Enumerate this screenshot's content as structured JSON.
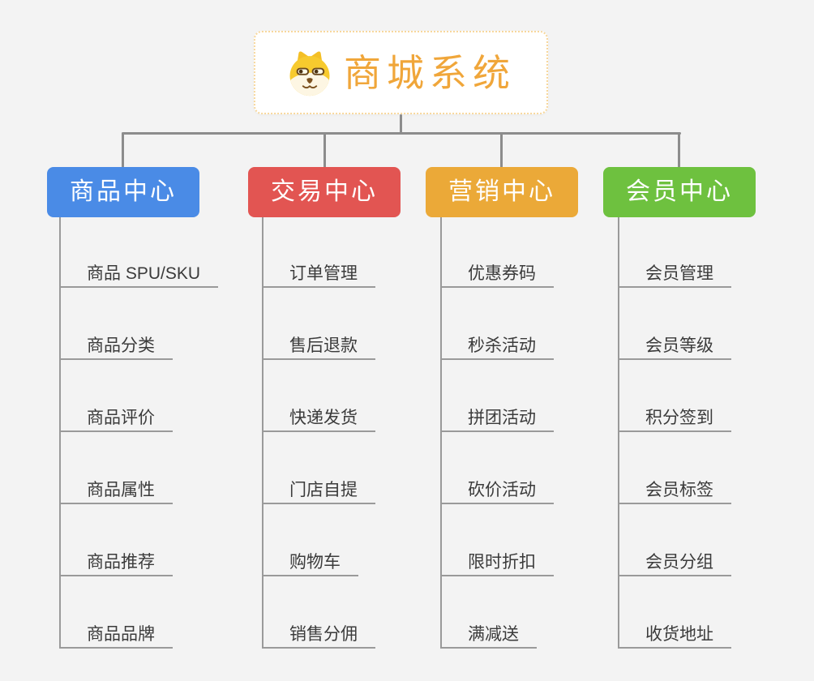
{
  "root": {
    "title": "商城系统",
    "title_color": "#f0a63a",
    "border_color": "#f7d79c",
    "icon": "shiba-dog-face-icon"
  },
  "lines": {
    "connector_color": "#8c8c8c",
    "underline_color": "#9a9a9a"
  },
  "branches": [
    {
      "label": "商品中心",
      "color": "#4a8be6",
      "items": [
        "商品 SPU/SKU",
        "商品分类",
        "商品评价",
        "商品属性",
        "商品推荐",
        "商品品牌"
      ]
    },
    {
      "label": "交易中心",
      "color": "#e25552",
      "items": [
        "订单管理",
        "售后退款",
        "快递发货",
        "门店自提",
        "购物车",
        "销售分佣"
      ]
    },
    {
      "label": "营销中心",
      "color": "#eba938",
      "items": [
        "优惠券码",
        "秒杀活动",
        "拼团活动",
        "砍价活动",
        "限时折扣",
        "满减送"
      ]
    },
    {
      "label": "会员中心",
      "color": "#6ec13f",
      "items": [
        "会员管理",
        "会员等级",
        "积分签到",
        "会员标签",
        "会员分组",
        "收货地址"
      ]
    }
  ]
}
